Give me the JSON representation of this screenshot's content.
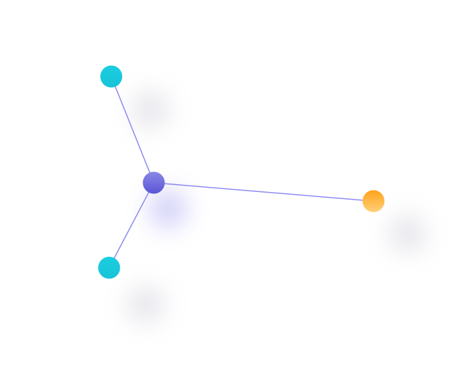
{
  "graph": {
    "nodes": [
      {
        "id": "hub",
        "kind": "hub",
        "color_top": "#8a88e6",
        "color_bottom": "#5a55d6",
        "shadow": "#8c88ee"
      },
      {
        "id": "top",
        "kind": "leaf",
        "color_top": "#1ccde0",
        "color_bottom": "#17c3d8",
        "shadow": "#b8b8c8"
      },
      {
        "id": "bottom",
        "kind": "leaf",
        "color_top": "#1ccde0",
        "color_bottom": "#17c3d8",
        "shadow": "#b8b8c8"
      },
      {
        "id": "right",
        "kind": "leaf",
        "color_top": "#ffa21a",
        "color_bottom": "#ffd07a",
        "shadow": "#b8b8c8"
      }
    ],
    "edges": [
      {
        "from": "hub",
        "to": "top"
      },
      {
        "from": "hub",
        "to": "bottom"
      },
      {
        "from": "hub",
        "to": "right"
      }
    ],
    "edge_color": "#8f8cf0"
  }
}
